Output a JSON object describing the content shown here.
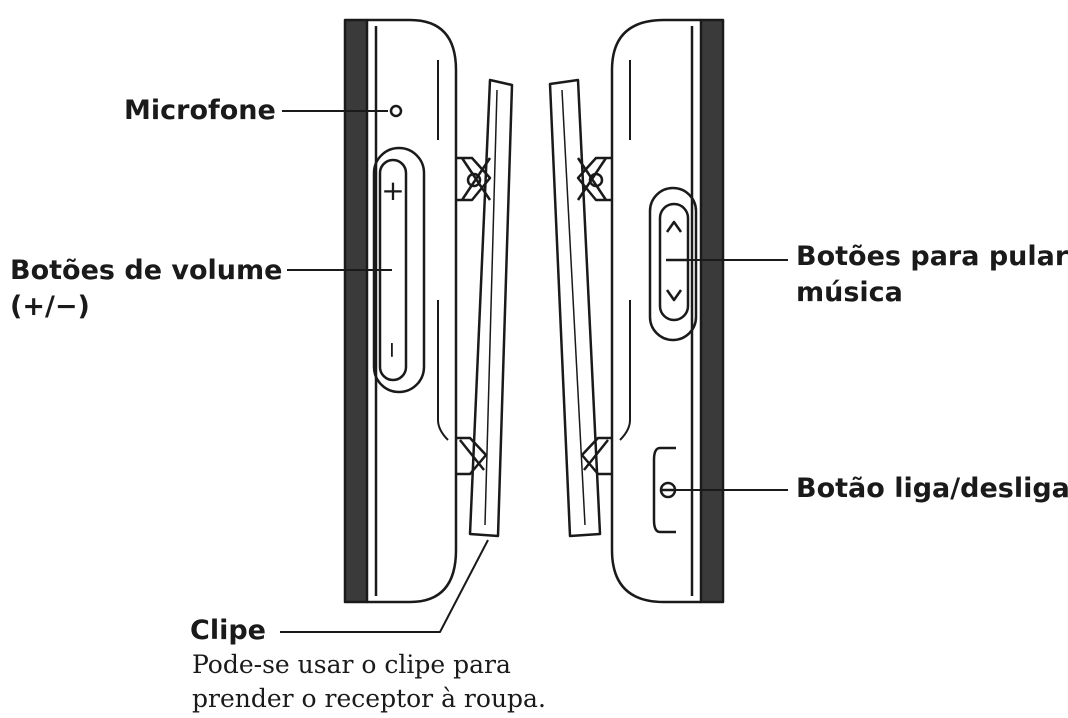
{
  "labels": {
    "microphone": "Microfone",
    "volume_line1": "Botões de volume",
    "volume_line2": "(+/−)",
    "skip_line1": "Botões para pular",
    "skip_line2": "música",
    "power": "Botão liga/desliga",
    "clip": "Clipe",
    "clip_desc_line1": "Pode-se usar o clipe para",
    "clip_desc_line2": "prender o receptor à roupa."
  },
  "markings": {
    "volume_plus": "+",
    "volume_minus": "−"
  },
  "colors": {
    "ink": "#1a1a1a",
    "band": "#3a3a3a",
    "background": "#ffffff"
  }
}
